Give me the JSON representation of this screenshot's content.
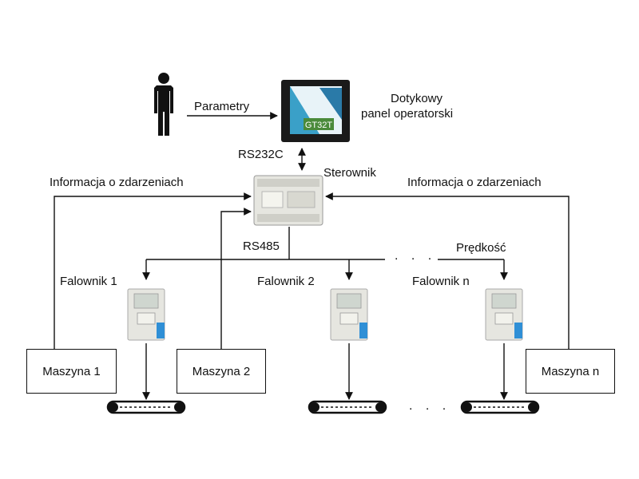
{
  "labels": {
    "parameters": "Parametry",
    "touch_panel_line1": "Dotykowy",
    "touch_panel_line2": "panel operatorski",
    "rs232c": "RS232C",
    "controller": "Sterownik",
    "events_left": "Informacja o zdarzeniach",
    "events_right": "Informacja o zdarzeniach",
    "rs485": "RS485",
    "speed": "Prędkość",
    "panel_screen_text": "GT32T",
    "ellipsis": ". . ."
  },
  "inverters": [
    {
      "label": "Falownik 1"
    },
    {
      "label": "Falownik 2"
    },
    {
      "label": "Falownik n"
    }
  ],
  "machines": [
    {
      "label": "Maszyna 1"
    },
    {
      "label": "Maszyna 2"
    },
    {
      "label": "Maszyna n"
    }
  ],
  "colors": {
    "line": "#111111",
    "panel_frame": "#1a1a1a",
    "panel_screen": "#3aa0c8",
    "panel_badge": "#4a8a3a",
    "device_body": "#e6e6e0",
    "device_accent": "#2f8fd6"
  }
}
